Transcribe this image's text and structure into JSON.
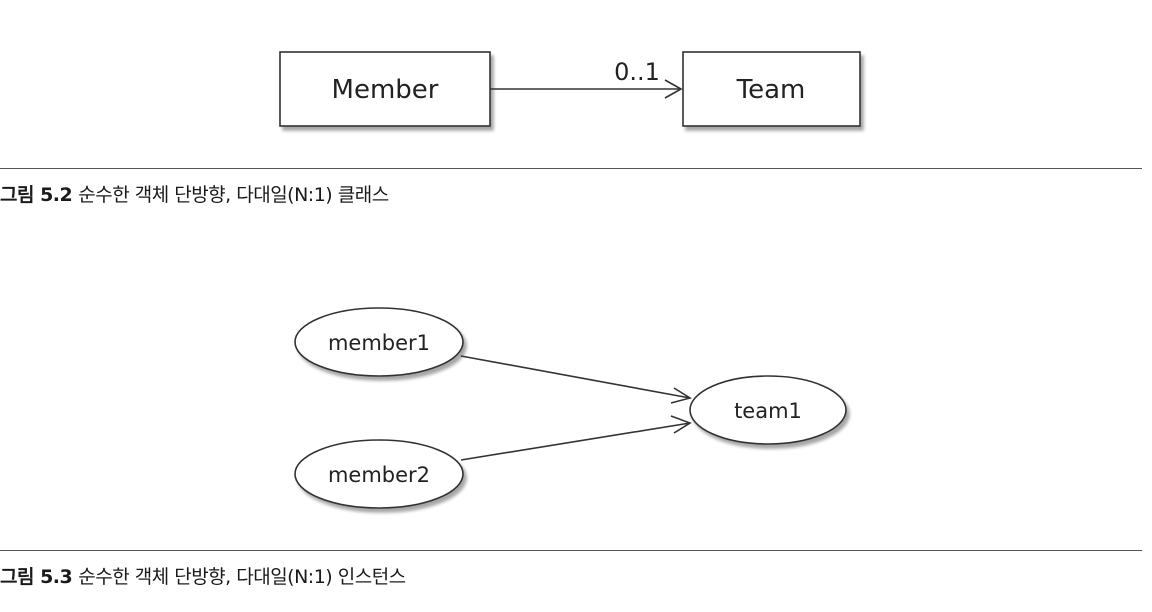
{
  "figure_5_2": {
    "classes": {
      "source": "Member",
      "target": "Team"
    },
    "multiplicity": "0..1",
    "caption": {
      "number": "그림 5.2",
      "text": "순수한 객체 단방향, 다대일(N:1) 클래스"
    }
  },
  "figure_5_3": {
    "instances": {
      "member1": "member1",
      "member2": "member2",
      "team1": "team1"
    },
    "caption": {
      "number": "그림 5.3",
      "text": "순수한 객체 단방향, 다대일(N:1) 인스턴스"
    }
  }
}
